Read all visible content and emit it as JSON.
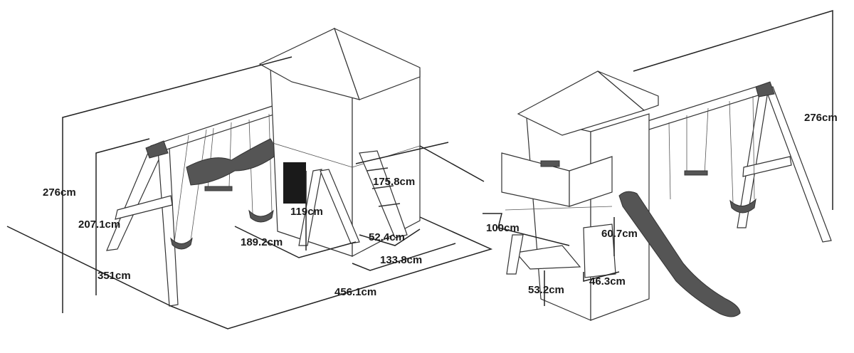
{
  "left_view": {
    "dimensions": {
      "total_height": "276cm",
      "swing_beam_height": "207.1cm",
      "swing_frame_depth": "351cm",
      "total_length": "456.1cm",
      "tower_to_swing": "189.2cm",
      "platform_height": "119cm",
      "tower_depth": "175.8cm",
      "ladder_width": "52.4cm",
      "tower_width": "133.8cm"
    }
  },
  "right_view": {
    "dimensions": {
      "total_height": "276cm",
      "balcony_depth": "100cm",
      "window_height": "60.7cm",
      "counter_height": "53.2cm",
      "window_width": "46.3cm"
    }
  },
  "colors": {
    "line": "#333333",
    "slide": "#555555",
    "background": "#ffffff"
  }
}
